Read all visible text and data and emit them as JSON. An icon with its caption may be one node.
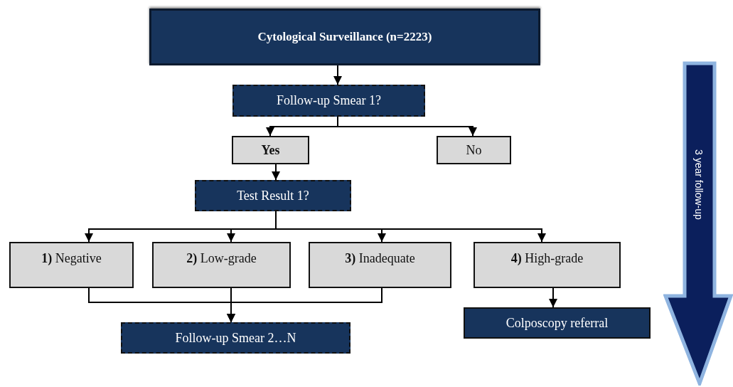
{
  "diagram": {
    "nodes": [
      {
        "text": [
          "Cytological Surveillance (n=2223)"
        ]
      },
      {
        "text": [
          "Follow-up Smear 1?"
        ]
      },
      {
        "text": [
          "Yes"
        ]
      },
      {
        "text": [
          "No"
        ]
      },
      {
        "text": [
          "Test Result 1?"
        ]
      },
      {
        "text": [
          "**1)** Negative"
        ]
      },
      {
        "text": [
          "**2)** Low-grade"
        ]
      },
      {
        "text": [
          "**3)** Inadequate"
        ]
      },
      {
        "text": [
          "**4)** High-grade"
        ]
      },
      {
        "text": [
          "Follow-up Smear 2…N"
        ]
      },
      {
        "text": [
          "Colposcopy referral"
        ]
      },
      {
        "text": [
          "3 year follow-up"
        ]
      }
    ],
    "edges": [
      {
        "from": 0,
        "to": 1,
        "arrow": "to"
      },
      {
        "from": 1,
        "to": 2,
        "arrow": "to"
      },
      {
        "from": 1,
        "to": 3,
        "arrow": "to"
      },
      {
        "from": 2,
        "to": 4,
        "arrow": "to"
      },
      {
        "from": 4,
        "to": 5,
        "arrow": "to"
      },
      {
        "from": 4,
        "to": 6,
        "arrow": "to"
      },
      {
        "from": 4,
        "to": 7,
        "arrow": "to"
      },
      {
        "from": 4,
        "to": 8,
        "arrow": "to"
      },
      {
        "from": 5,
        "to": 9,
        "arrow": "to"
      },
      {
        "from": 6,
        "to": 9,
        "arrow": "to"
      },
      {
        "from": 7,
        "to": 9,
        "arrow": "to"
      },
      {
        "from": 8,
        "to": 10,
        "arrow": "to"
      }
    ]
  }
}
